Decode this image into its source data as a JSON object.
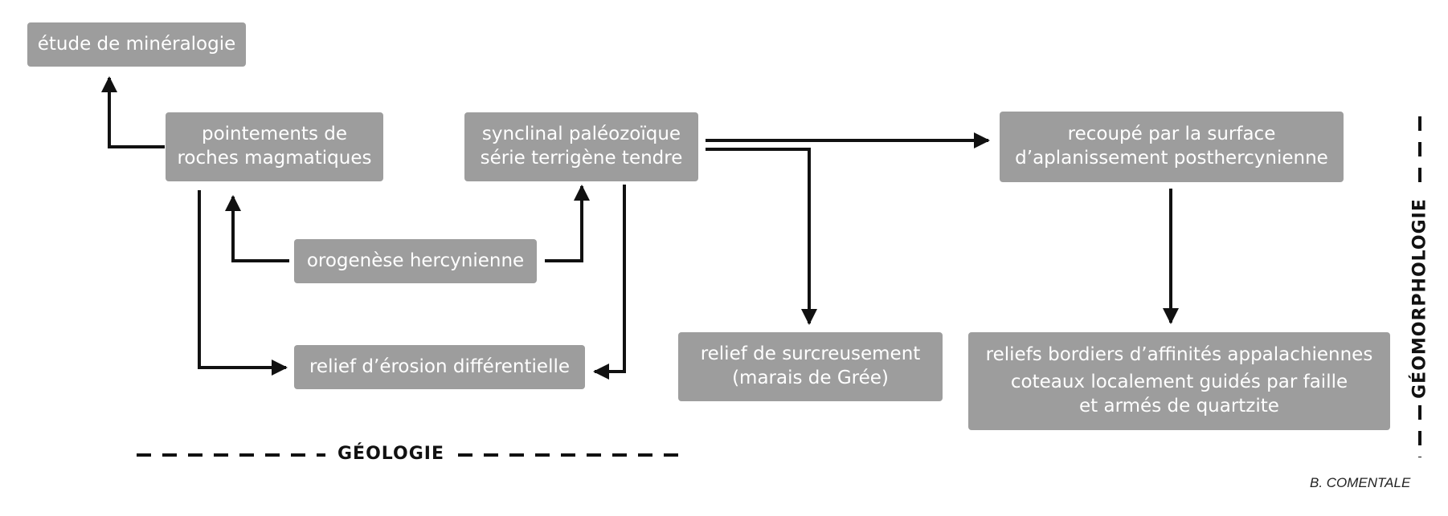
{
  "boxes": {
    "mineralogie": {
      "lines": [
        "étude de minéralogie"
      ]
    },
    "pointements": {
      "lines": [
        "pointements de",
        "roches magmatiques"
      ]
    },
    "synclinal": {
      "lines": [
        "synclinal paléozoïque",
        "série terrigène tendre"
      ]
    },
    "orogenese": {
      "lines": [
        "orogenèse hercynienne"
      ]
    },
    "relief_erosion": {
      "lines": [
        "relief d’érosion différentielle"
      ]
    },
    "surcreusement": {
      "lines": [
        "relief de surcreusement",
        "(marais de Grée)"
      ]
    },
    "recoupe": {
      "lines": [
        "recoupé par la surface",
        "d’aplanissement posthercynienne"
      ]
    },
    "reliefs_bordiers": {
      "lines": [
        "reliefs bordiers d’affinités appalachiennes",
        "coteaux localement guidés par faille",
        "et armés de quartzite"
      ]
    }
  },
  "labels": {
    "geologie": "GÉOLOGIE",
    "geomorphologie": "GÉOMORPHOLOGIE"
  },
  "credit": "B. COMENTALE",
  "colors": {
    "box_fill": "#9d9d9d",
    "box_text": "#ffffff",
    "arrow": "#111111"
  }
}
